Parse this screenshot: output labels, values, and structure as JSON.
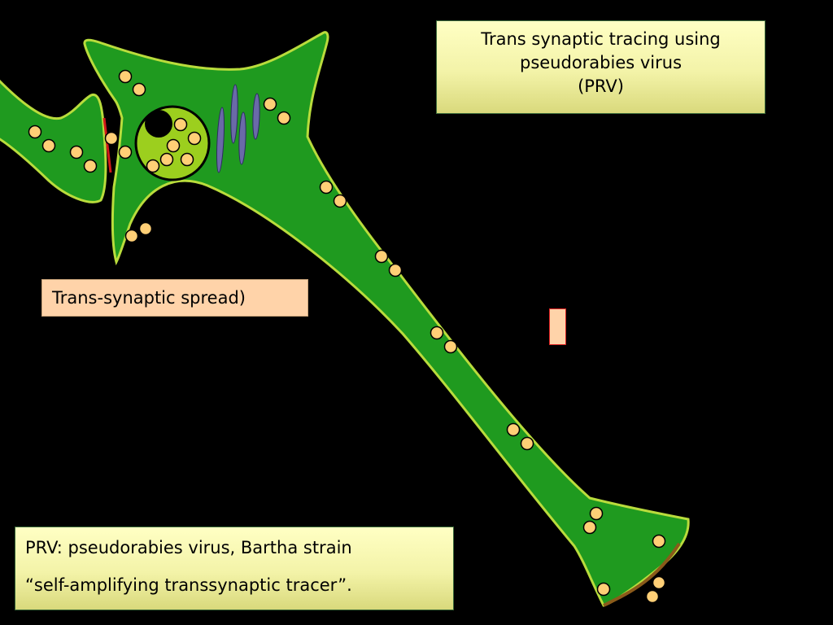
{
  "title": {
    "line1": "Trans synaptic tracing using",
    "line2": "pseudorabies virus",
    "line3": "(PRV)"
  },
  "spread_label": "Trans-synaptic spread)",
  "info": {
    "line1": "PRV: pseudorabies virus, Bartha strain",
    "line2": "“self-amplifying transsynaptic tracer”."
  },
  "colors": {
    "background": "#000000",
    "cell_fill": "#1f9a1f",
    "cell_outline": "#b9dc3c",
    "nucleus_fill": "#9ccf1e",
    "virion_fill": "#ffcf76",
    "virion_outline": "#000000",
    "synapse_line": "#d21a1a",
    "organelle_fill": "#6a6aa8",
    "terminal_rim": "#8a5a1a",
    "spread_box_fill": "#ffd3a9"
  }
}
